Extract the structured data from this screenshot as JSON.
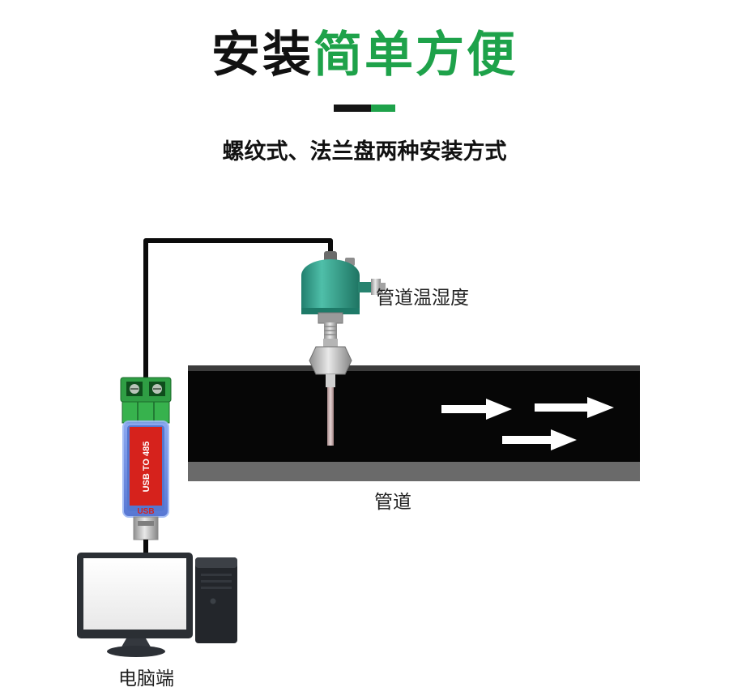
{
  "header": {
    "title_black": "安装",
    "title_green": "简单方便",
    "subtitle": "螺纹式、法兰盘两种安装方式"
  },
  "labels": {
    "sensor": "管道温湿度",
    "pipe": "管道",
    "computer": "电脑端"
  },
  "adapter": {
    "sticker_text": "USB TO 485",
    "port_text": "USB"
  },
  "colors": {
    "accent_green": "#1ea24a",
    "divider_dark": "#141414",
    "sensor_teal": "#2f9e8a",
    "pipe_black": "#060606",
    "sticker_red": "#d6221c",
    "adapter_blue": "#6f8fe6"
  }
}
